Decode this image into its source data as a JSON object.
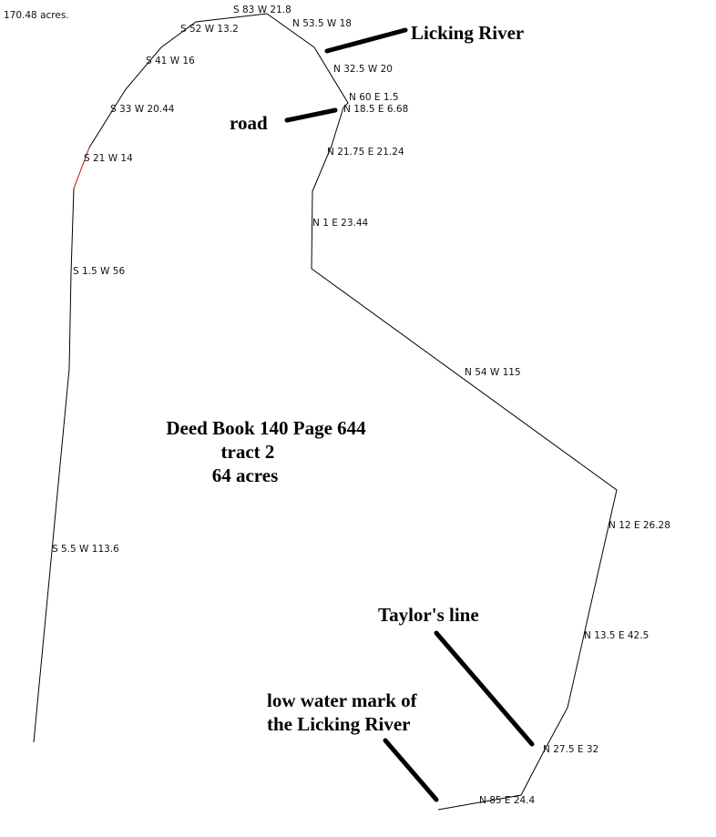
{
  "total_acres": "170.48 acres.",
  "title": {
    "line1": "Deed Book 140 Page 644",
    "line2": "tract 2",
    "line3": "64 acres"
  },
  "annotations": {
    "licking_river": "Licking River",
    "road": "road",
    "taylors_line": "Taylor's line",
    "low_water_1": "low water mark of",
    "low_water_2": "the Licking River"
  },
  "calls": [
    "S 83 W 21.8",
    "N 53.5 W 18",
    "S 52 W 13.2",
    "S 41 W 16",
    "N 32.5 W 20",
    "N 60 E 1.5",
    "N 18.5 E 6.68",
    "S 33 W 20.44",
    "N 21.75 E 21.24",
    "S 21 W 14",
    "N 1 E 23.44",
    "S 1.5 W 56",
    "N 54 W 115",
    "N 12 E 26.28",
    "S 5.5 W 113.6",
    "N 13.5 E 42.5",
    "N 27.5 E 32",
    "N 85 E 24.4"
  ],
  "colors": {
    "line": "#000000",
    "highlight": "#cc0000"
  }
}
